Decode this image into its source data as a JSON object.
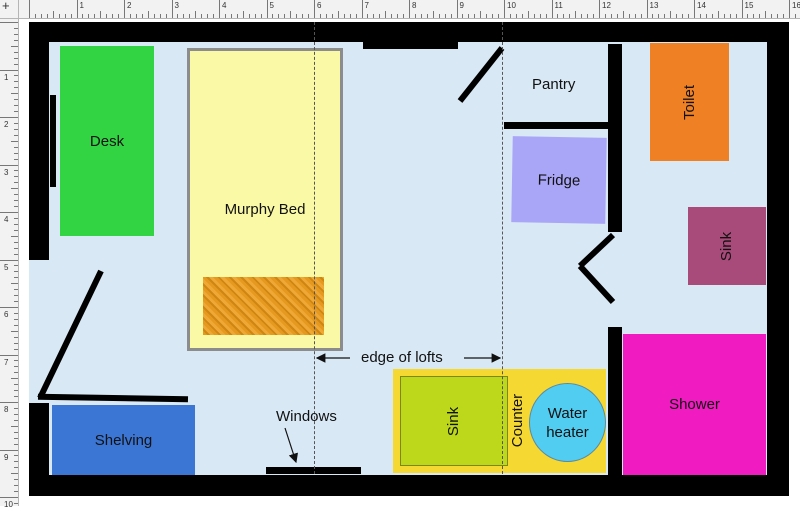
{
  "ruler": {
    "top_numbers": [
      "1",
      "2",
      "3",
      "4",
      "5",
      "6",
      "7",
      "8",
      "9",
      "10",
      "11",
      "12",
      "13",
      "14",
      "15",
      "16"
    ],
    "left_numbers": [
      "1",
      "2",
      "3",
      "4",
      "5",
      "6",
      "7",
      "8",
      "9",
      "10"
    ],
    "corner": "+"
  },
  "rooms": {
    "desk": "Desk",
    "murphy_bed": "Murphy Bed",
    "pantry": "Pantry",
    "fridge": "Fridge",
    "toilet": "Toilet",
    "bath_sink": "Sink",
    "shelving": "Shelving",
    "kitchen_sink": "Sink",
    "counter": "Counter",
    "water_heater": "Water heater",
    "shower": "Shower"
  },
  "annotations": {
    "edge_of_lofts": "edge of lofts",
    "windows": "Windows"
  },
  "colors": {
    "floor": "#d9e8f5",
    "desk": "#33d444",
    "murphy_bed": "#faf9a6",
    "bed_texture": "#e2941a",
    "fridge": "#aaa6f7",
    "toilet": "#f08024",
    "bath_sink": "#a84a7a",
    "shelving": "#3b76d4",
    "counter": "#f6d832",
    "kitchen_sink": "#bdd81a",
    "water_heater": "#52cdf2",
    "shower": "#f01bc1"
  }
}
